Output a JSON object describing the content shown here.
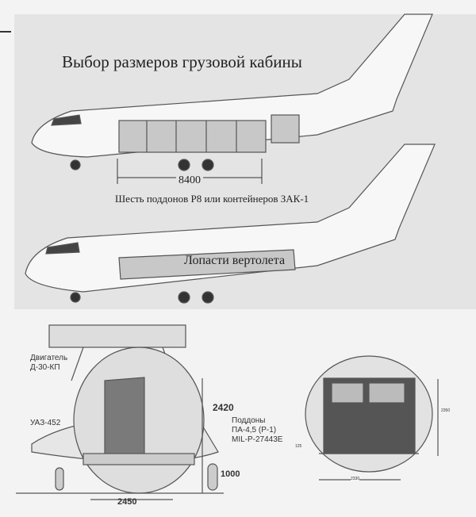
{
  "top": {
    "title": "Выбор размеров грузовой кабины",
    "length_dimension": "8400",
    "caption_pallets": "Шесть поддонов Р8 или контейнеров ЗАК-1",
    "caption_blades": "Лопасти вертолета"
  },
  "front_view": {
    "engine_label_line1": "Двигатель",
    "engine_label_line2": "Д-30-КП",
    "vehicle_label": "УАЗ-452",
    "height_dimension": "2420",
    "pallets_line1": "Поддоны",
    "pallets_line2": "ПА-4,5 (Р-1)",
    "pallets_line3": "MIL-P-27443E",
    "floor_height": "1000",
    "width_dimension": "2450"
  },
  "section_view": {
    "height_dimension": "2350",
    "floor_dimension": "125",
    "width_dimension": "2330"
  }
}
